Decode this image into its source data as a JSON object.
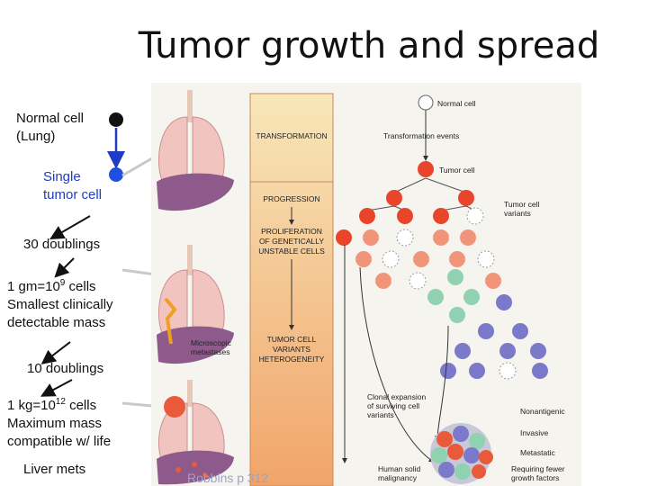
{
  "title": "Tumor growth and spread",
  "left_labels": {
    "normal_cell": [
      "Normal cell",
      "(Lung)"
    ],
    "single_tumor_cell": [
      "Single",
      "tumor cell"
    ],
    "doublings_30": "30 doublings",
    "gm_line": {
      "pre": "1 gm=10",
      "exp": "9",
      "post": " cells"
    },
    "gm_desc": [
      "Smallest clinically",
      "detectable mass"
    ],
    "doublings_10": "10 doublings",
    "kg_line": {
      "pre": "1 kg=10",
      "exp": "12",
      "post": " cells"
    },
    "kg_desc": [
      "Maximum mass",
      "compatible w/ life"
    ],
    "liver_mets": "Liver mets"
  },
  "figure": {
    "column_labels": {
      "transformation": "TRANSFORMATION",
      "progression": "PROGRESSION",
      "proliferation": [
        "PROLIFERATION",
        "OF GENETICALLY",
        "UNSTABLE CELLS"
      ],
      "variants": [
        "TUMOR CELL",
        "VARIANTS",
        "HETEROGENEITY"
      ]
    },
    "labels": {
      "normal_cell": "Normal cell",
      "transformation_events": "Transformation events",
      "tumor_cell": "Tumor cell",
      "tumor_cell_variants": [
        "Tumor cell",
        "variants"
      ],
      "microscopic_metastases": [
        "Microscopic",
        "metastases"
      ],
      "clonal_expansion": [
        "Clonal expansion",
        "of surviving cell",
        "variants"
      ],
      "nonantigenic": "Nonantigenic",
      "invasive": "Invasive",
      "metastatic": "Metastatic",
      "requiring_fewer": [
        "Requiring fewer",
        "growth factors"
      ],
      "human_solid": [
        "Human solid",
        "malignancy"
      ]
    },
    "watermark": "Robbins p 312"
  },
  "colors": {
    "blue_marker": "#1f4fe0",
    "arrow_blue": "#1f3cc4",
    "red_cell": "#e85a3a",
    "salmon_cell": "#f0957a",
    "green_cell": "#8fd1b0",
    "purple_cell": "#7b79c9",
    "column_top": "#f7e7b9",
    "column_bottom": "#f1a46a"
  }
}
